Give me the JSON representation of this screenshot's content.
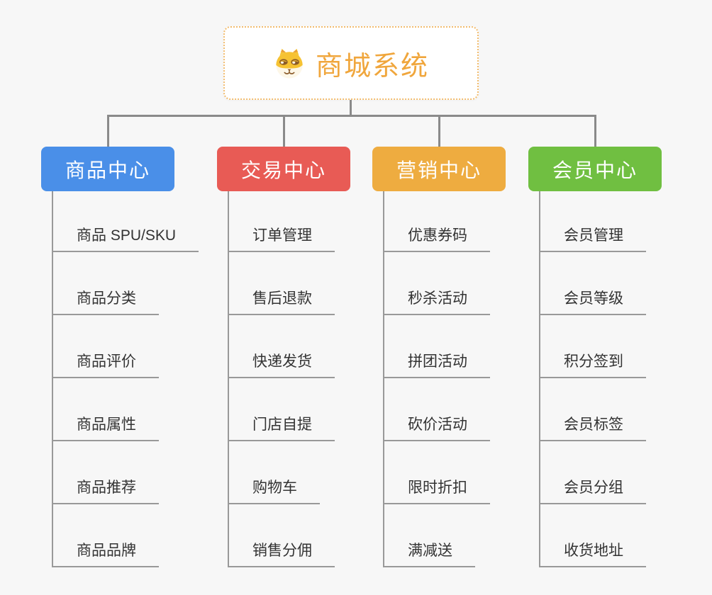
{
  "page": {
    "background_color": "#f7f7f7",
    "connector_color": "#8a8a8a",
    "underline_color": "#999999",
    "child_text_color": "#333333"
  },
  "root": {
    "title": "商城系统",
    "icon": "dog-face-icon",
    "title_color": "#f0a63c",
    "border_color": "#f2bc6e"
  },
  "branches": [
    {
      "label": "商品中心",
      "color": "#4a8fe8",
      "children": [
        "商品 SPU/SKU",
        "商品分类",
        "商品评价",
        "商品属性",
        "商品推荐",
        "商品品牌"
      ]
    },
    {
      "label": "交易中心",
      "color": "#e85b55",
      "children": [
        "订单管理",
        "售后退款",
        "快递发货",
        "门店自提",
        "购物车",
        "销售分佣"
      ]
    },
    {
      "label": "营销中心",
      "color": "#eeac40",
      "children": [
        "优惠券码",
        "秒杀活动",
        "拼团活动",
        "砍价活动",
        "限时折扣",
        "满减送"
      ]
    },
    {
      "label": "会员中心",
      "color": "#70bf41",
      "children": [
        "会员管理",
        "会员等级",
        "积分签到",
        "会员标签",
        "会员分组",
        "收货地址"
      ]
    }
  ]
}
